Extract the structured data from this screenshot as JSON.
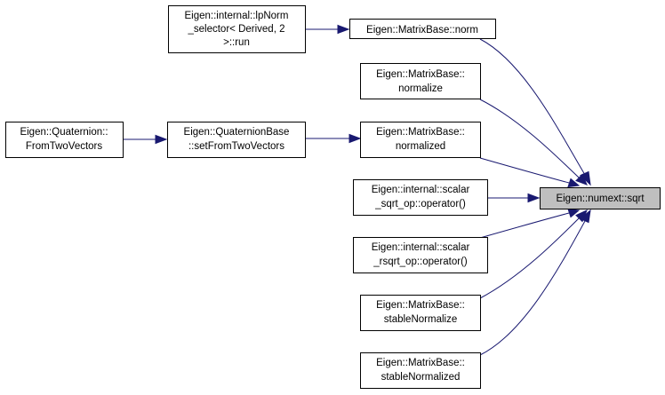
{
  "nodes": {
    "lpnorm": [
      "Eigen::internal::lpNorm",
      "_selector< Derived, 2",
      ">::run"
    ],
    "norm": [
      "Eigen::MatrixBase::norm"
    ],
    "normalize": [
      "Eigen::MatrixBase::",
      "normalize"
    ],
    "from_two_vectors": [
      "Eigen::Quaternion::",
      "FromTwoVectors"
    ],
    "set_from_two_vectors": [
      "Eigen::QuaternionBase",
      "::setFromTwoVectors"
    ],
    "normalized": [
      "Eigen::MatrixBase::",
      "normalized"
    ],
    "scalar_sqrt_op": [
      "Eigen::internal::scalar",
      "_sqrt_op::operator()"
    ],
    "sqrt": [
      "Eigen::numext::sqrt"
    ],
    "scalar_rsqrt_op": [
      "Eigen::internal::scalar",
      "_rsqrt_op::operator()"
    ],
    "stable_normalize": [
      "Eigen::MatrixBase::",
      "stableNormalize"
    ],
    "stable_normalized": [
      "Eigen::MatrixBase::",
      "stableNormalized"
    ]
  },
  "colors": {
    "edge": "#191970",
    "target_fill": "#bfbfbf",
    "node_fill": "#ffffff",
    "node_border": "#000000"
  }
}
